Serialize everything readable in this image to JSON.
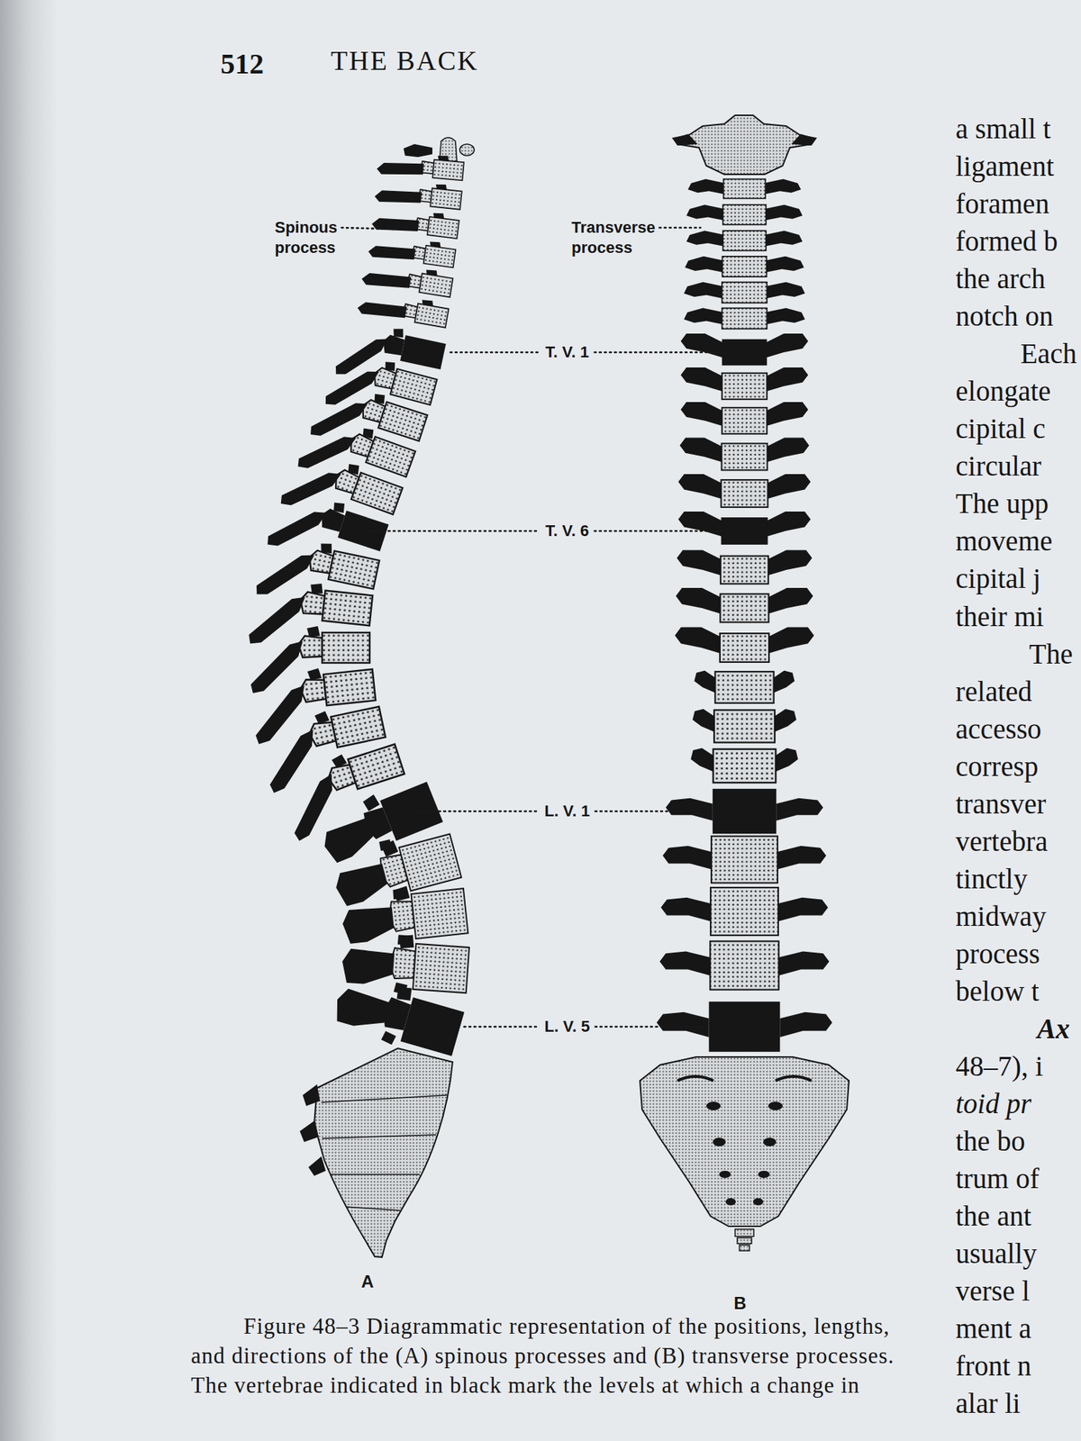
{
  "diagram": {
    "title": "THE BACK",
    "caption": "Figure 48–3 Diagrammatic representation of the positions, lengths, and directions of the (A) spinous processes and (B) transverse processes. The vertebrae indicated in black mark the levels at which a change in",
    "labels": [
      "512",
      "Spinous process",
      "Transverse process",
      "T. V. 1",
      "T. V. 6",
      "L. V. 1",
      "L. V. 5",
      "A",
      "B",
      "a small t",
      "ligament",
      "foramen",
      "formed b",
      "the arch",
      "notch on",
      "Each",
      "elongate",
      "cipital c",
      "circular",
      "The upp",
      "moveme",
      "cipital j",
      "their mi",
      "The",
      "related",
      "accesso",
      "corresp",
      "transver",
      "vertebra",
      "tinctly",
      "midway",
      "process",
      "below t",
      "Ax",
      "48–7), i",
      "toid pr",
      "the bo",
      "trum of",
      "the ant",
      "usually",
      "verse l",
      "ment a",
      "front n",
      "alar li"
    ]
  }
}
